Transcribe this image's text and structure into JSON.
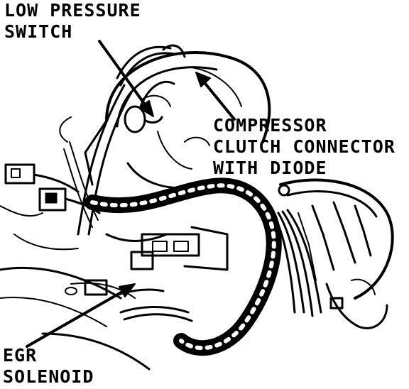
{
  "labels": {
    "low_pressure_switch": [
      "LOW PRESSURE",
      "SWITCH"
    ],
    "compressor_clutch_connector": [
      "COMPRESSOR",
      "CLUTCH CONNECTOR",
      "WITH DIODE"
    ],
    "egr_solenoid": [
      "EGR",
      "SOLENOID"
    ]
  },
  "colors": {
    "ink": "#000000",
    "paper": "#ffffff"
  }
}
